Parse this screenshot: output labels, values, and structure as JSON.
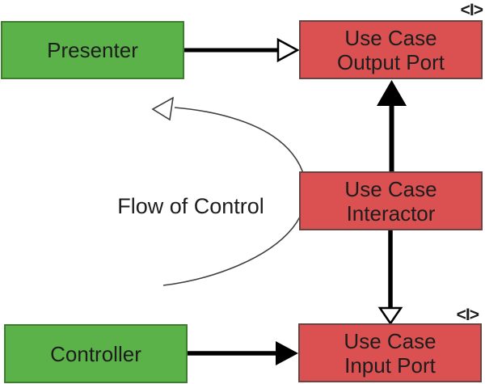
{
  "diagram": {
    "nodes": {
      "presenter": {
        "label": "Presenter"
      },
      "controller": {
        "label": "Controller"
      },
      "use_case_output_port": {
        "line1": "Use Case",
        "line2": "Output Port",
        "stereotype": "<I>"
      },
      "use_case_interactor": {
        "line1": "Use Case",
        "line2": "Interactor"
      },
      "use_case_input_port": {
        "line1": "Use Case",
        "line2": "Input Port",
        "stereotype": "<I>"
      }
    },
    "annotations": {
      "flow_of_control": "Flow of Control"
    },
    "colors": {
      "component_fill": "#5bb249",
      "component_border": "#3e7d2e",
      "interface_fill": "#db5151",
      "interface_border": "#6a4343",
      "arrow_black": "#000000",
      "arc_gray": "#3f3f3f",
      "text": "#1d1d1d",
      "background": "#ffffff"
    }
  }
}
